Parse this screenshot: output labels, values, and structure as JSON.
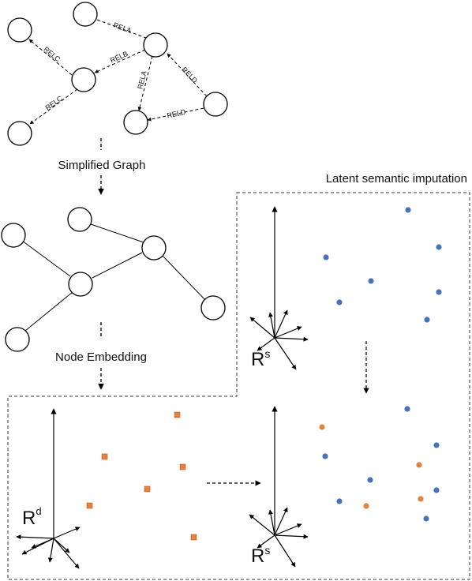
{
  "captions": {
    "simplified_graph": "Simplified Graph",
    "node_embedding": "Node Embedding",
    "latent_semantic_imputation": "Latent semantic imputation"
  },
  "edge_labels": {
    "e1": "RELA",
    "e2": "RELC",
    "e3": "RELB",
    "e4": "RELA",
    "e5": "RELD",
    "e6": "RELC",
    "e7": "RELD"
  },
  "axes": {
    "rs_top": {
      "base": "R",
      "sup": "s"
    },
    "rd": {
      "base": "R",
      "sup": "d"
    },
    "rs_bottom": {
      "base": "R",
      "sup": "s"
    }
  },
  "colors": {
    "blue": "#4a72b8",
    "orange": "#e3813f",
    "line": "#000000"
  }
}
